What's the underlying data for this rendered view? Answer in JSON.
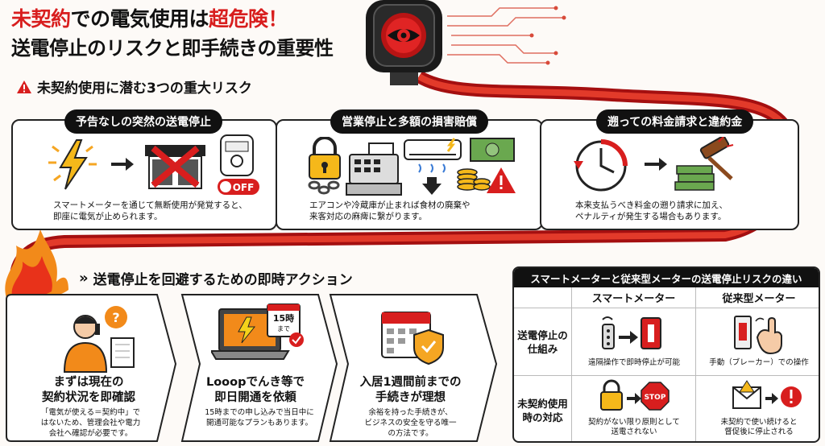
{
  "header": {
    "title_red": "未契約",
    "title_rest": "での電気使用は",
    "title_red2": "超危険！",
    "subtitle": "送電停止のリスクと即手続きの重要性"
  },
  "risks": {
    "heading": "未契約使用に潜む3つの重大リスク",
    "cards": [
      {
        "title": "予告なしの突然の送電停止",
        "text": "スマートメーターを通じて無断使用が発覚すると、\n即座に電気が止められます。",
        "off_label": "OFF"
      },
      {
        "title": "営業停止と多額の損害賠償",
        "text": "エアコンや冷蔵庫が止まれば食材の廃棄や\n来客対応の麻痺に繋がります。"
      },
      {
        "title": "遡っての料金請求と違約金",
        "text": "本来支払うべき料金の遡り請求に加え、\nペナルティが発生する場合もあります。"
      }
    ]
  },
  "actions": {
    "heading": "送電停止を回避するための即時アクション",
    "cards": [
      {
        "title": "まずは現在の\n契約状況を即確認",
        "text": "「電気が使える＝契約中」で\nはないため、管理会社や電力\n会社へ確認が必要です。"
      },
      {
        "title": "Looopでんき等で\n即日開通を依頼",
        "text": "15時までの申し込みで当日中に\n開通可能なプランもあります。",
        "badge_line1": "15時",
        "badge_line2": "まで"
      },
      {
        "title": "入居1週間前までの\n手続きが理想",
        "text": "余裕を持った手続きが、\nビジネスの安全を守る唯一\nの方法です。"
      }
    ]
  },
  "comparison": {
    "title": "スマートメーターと従来型メーターの送電停止リスクの違い",
    "columns": [
      "スマートメーター",
      "従来型メーター"
    ],
    "rows": [
      {
        "label": "送電停止の\n仕組み",
        "smart": "遠隔操作で即時停止が可能",
        "legacy": "手動（ブレーカー）での操作"
      },
      {
        "label": "未契約使用\n時の対応",
        "smart": "契約がない限り原則として\n送電されない",
        "legacy": "未契約で使い続けると\n督促後に停止される",
        "stop_label": "STOP"
      }
    ]
  },
  "colors": {
    "accent": "#d81e1e",
    "dark": "#111111"
  }
}
